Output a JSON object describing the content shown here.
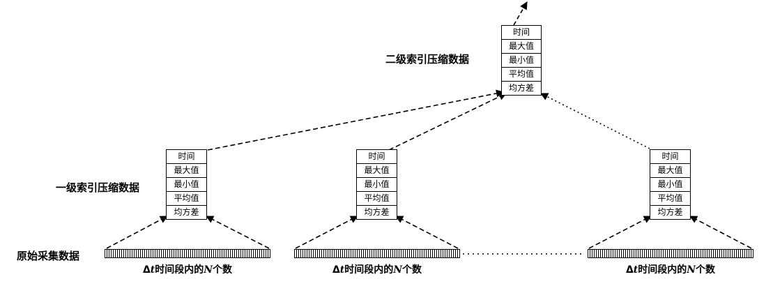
{
  "labels": {
    "level2": "二级索引压缩数据",
    "level1": "一级索引压缩数据",
    "raw": "原始采集数据"
  },
  "record_rows": [
    "时间",
    "最大值",
    "最小值",
    "平均值",
    "均方差"
  ],
  "caption": {
    "delta": "Δ",
    "t": "t",
    "middle": "时间段内的",
    "n": "N",
    "tail": "个数"
  },
  "line_color": "#000000"
}
